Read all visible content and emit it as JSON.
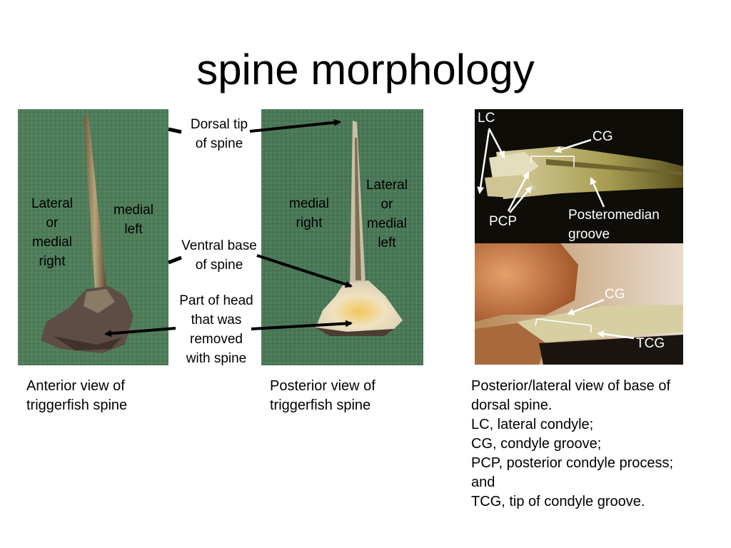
{
  "title": "spine morphology",
  "photo1": {
    "label_left": [
      "Lateral",
      "or",
      "medial",
      "right"
    ],
    "label_right": [
      "medial",
      "left"
    ]
  },
  "photo2": {
    "label_left": [
      "medial",
      "right"
    ],
    "label_right": [
      "Lateral",
      "or",
      "medial",
      "left"
    ]
  },
  "middle_labels": {
    "dorsal_tip": [
      "Dorsal tip",
      "of spine"
    ],
    "ventral_base": [
      "Ventral base",
      "of spine"
    ],
    "head_part": [
      "Part of head",
      "that was",
      "removed",
      "with spine"
    ]
  },
  "photo3": {
    "lc": "LC",
    "cg": "CG",
    "pcp": "PCP",
    "posteromedian": [
      "Posteromedian",
      "groove"
    ]
  },
  "photo4": {
    "cg": "CG",
    "tcg": "TCG"
  },
  "captions": {
    "anterior": [
      "Anterior view of",
      "triggerfish spine"
    ],
    "posterior": [
      "Posterior view of",
      "triggerfish spine"
    ],
    "lateral": [
      "Posterior/lateral view of base of",
      "dorsal spine.",
      "LC, lateral condyle;",
      "CG, condyle groove;",
      "PCP, posterior condyle process;",
      "and",
      "TCG, tip of condyle groove."
    ]
  },
  "colors": {
    "felt_green": "#4f7d5a",
    "arrow": "#000000",
    "annotation_white": "#ffffff"
  }
}
